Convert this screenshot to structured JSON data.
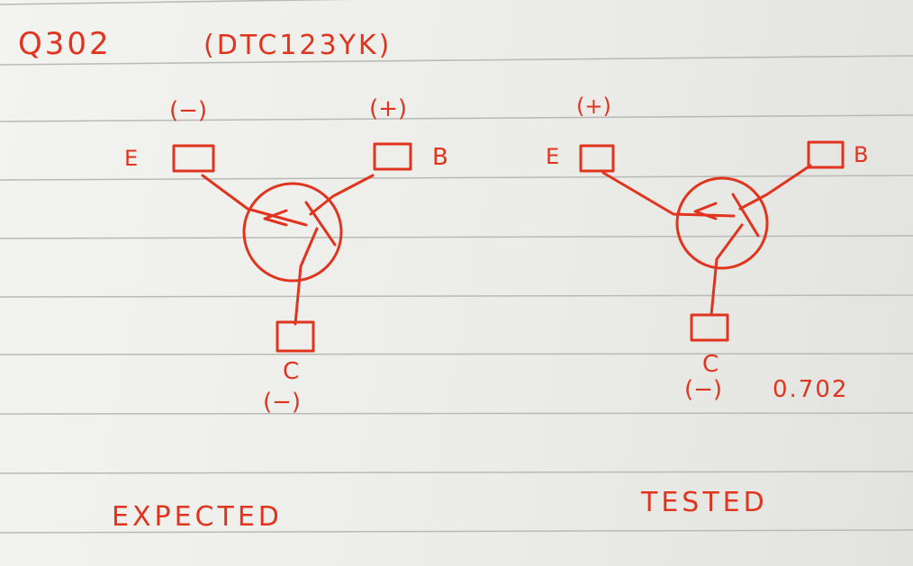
{
  "header": {
    "part_ref": "Q302",
    "part_number": "(DTC123YK)"
  },
  "expected": {
    "caption": "EXPECTED",
    "emitter": {
      "letter": "E",
      "polarity": "(−)"
    },
    "base": {
      "letter": "B",
      "polarity": "(+)"
    },
    "collector": {
      "letter": "C",
      "polarity": "(−)"
    }
  },
  "tested": {
    "caption": "TESTED",
    "emitter": {
      "letter": "E",
      "polarity": "(+)"
    },
    "base": {
      "letter": "B"
    },
    "collector": {
      "letter": "C",
      "polarity": "(−)"
    },
    "reading": "0.702"
  },
  "colors": {
    "ink": "#e0341f",
    "ruling": "#b9b9b6",
    "paper": "#efefec"
  }
}
